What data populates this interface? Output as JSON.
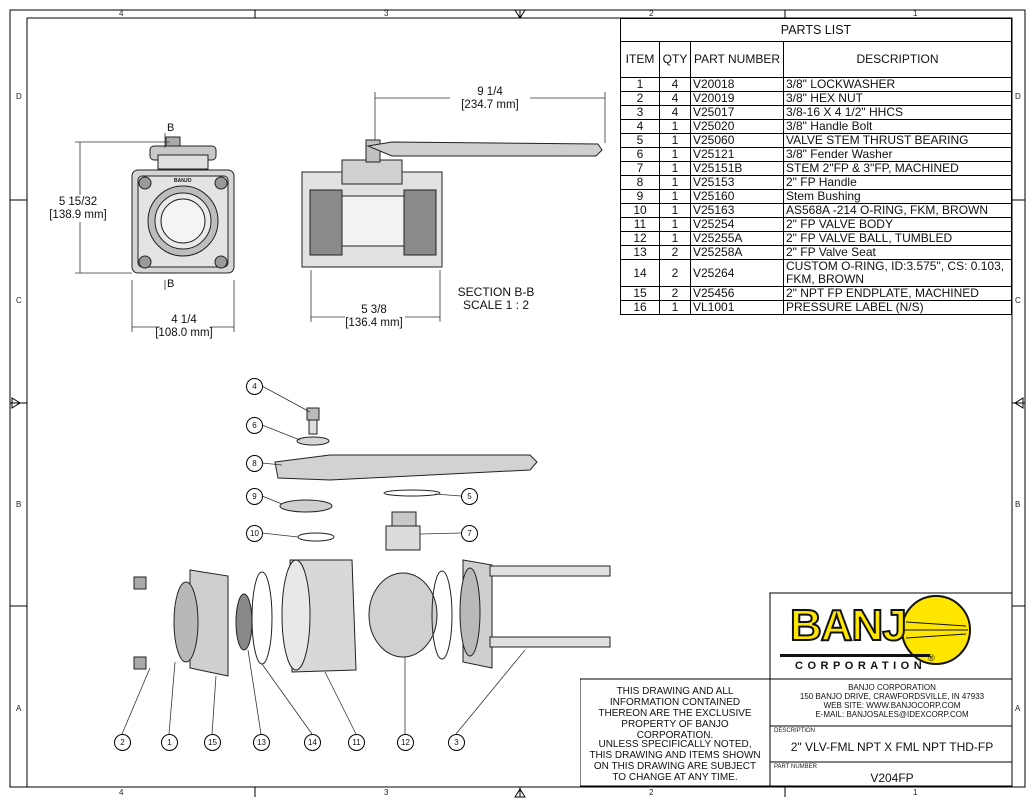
{
  "sheet": {
    "zones_top": [
      "4",
      "3",
      "2",
      "1"
    ],
    "zones_side": [
      "D",
      "C",
      "B",
      "A"
    ]
  },
  "parts_list": {
    "title": "PARTS LIST",
    "headers": [
      "ITEM",
      "QTY",
      "PART NUMBER",
      "DESCRIPTION"
    ],
    "rows": [
      {
        "item": "1",
        "qty": "4",
        "part": "V20018",
        "desc": "3/8\" LOCKWASHER"
      },
      {
        "item": "2",
        "qty": "4",
        "part": "V20019",
        "desc": "3/8\" HEX NUT"
      },
      {
        "item": "3",
        "qty": "4",
        "part": "V25017",
        "desc": "3/8-16 X 4 1/2\" HHCS"
      },
      {
        "item": "4",
        "qty": "1",
        "part": "V25020",
        "desc": "3/8\" Handle Bolt"
      },
      {
        "item": "5",
        "qty": "1",
        "part": "V25060",
        "desc": "VALVE STEM THRUST BEARING"
      },
      {
        "item": "6",
        "qty": "1",
        "part": "V25121",
        "desc": "3/8\" Fender Washer"
      },
      {
        "item": "7",
        "qty": "1",
        "part": "V25151B",
        "desc": "STEM 2\"FP & 3\"FP, MACHINED"
      },
      {
        "item": "8",
        "qty": "1",
        "part": "V25153",
        "desc": "2\" FP Handle"
      },
      {
        "item": "9",
        "qty": "1",
        "part": "V25160",
        "desc": "Stem Bushing"
      },
      {
        "item": "10",
        "qty": "1",
        "part": "V25163",
        "desc": "AS568A -214 O-RING, FKM, BROWN"
      },
      {
        "item": "11",
        "qty": "1",
        "part": "V25254",
        "desc": "2\" FP VALVE BODY"
      },
      {
        "item": "12",
        "qty": "1",
        "part": "V25255A",
        "desc": "2\" FP VALVE BALL, TUMBLED"
      },
      {
        "item": "13",
        "qty": "2",
        "part": "V25258A",
        "desc": "2\" FP Valve Seat"
      },
      {
        "item": "14",
        "qty": "2",
        "part": "V25264",
        "desc": "CUSTOM O-RING, ID:3.575\", CS: 0.103, FKM, BROWN"
      },
      {
        "item": "15",
        "qty": "2",
        "part": "V25456",
        "desc": "2\" NPT FP ENDPLATE, MACHINED"
      },
      {
        "item": "16",
        "qty": "1",
        "part": "VL1001",
        "desc": "PRESSURE LABEL (N/S)"
      }
    ]
  },
  "views": {
    "section_letter": "B",
    "banjo_mark": "BANJO",
    "dim_height": "5 15/32",
    "dim_height_mm": "[138.9 mm]",
    "dim_width_front": "4 1/4",
    "dim_width_front_mm": "[108.0 mm]",
    "dim_handle": "9 1/4",
    "dim_handle_mm": "[234.7 mm]",
    "dim_length": "5 3/8",
    "dim_length_mm": "[136.4 mm]",
    "section_label": "SECTION B-B",
    "section_scale": "SCALE 1 : 2"
  },
  "balloons": [
    "4",
    "6",
    "8",
    "9",
    "5",
    "10",
    "7",
    "2",
    "1",
    "15",
    "13",
    "14",
    "11",
    "12",
    "3"
  ],
  "title_block": {
    "logo_text": "BANJ",
    "logo_corp": "CORPORATION",
    "logo_reg": "®",
    "company": "BANJO CORPORATION",
    "address": "150 BANJO DRIVE, CRAWFORDSVILLE, IN 47933",
    "web": "WEB SITE: WWW.BANJOCORP.COM",
    "email": "E-MAIL: BANJOSALES@IDEXCORP.COM",
    "desc_label": "DESCRIPTION",
    "description": "2\" VLV-FML NPT X FML NPT THD-FP",
    "pn_label": "PART NUMBER",
    "part_number": "V204FP",
    "notice1": "THIS DRAWING AND ALL INFORMATION CONTAINED THEREON ARE THE EXCLUSIVE PROPERTY OF BANJO CORPORATION.",
    "notice2": "UNLESS SPECIFICALLY NOTED, THIS DRAWING AND ITEMS SHOWN ON THIS DRAWING ARE SUBJECT TO CHANGE AT ANY TIME."
  },
  "colors": {
    "logo_yellow": "#ffe600",
    "logo_black": "#111111"
  }
}
